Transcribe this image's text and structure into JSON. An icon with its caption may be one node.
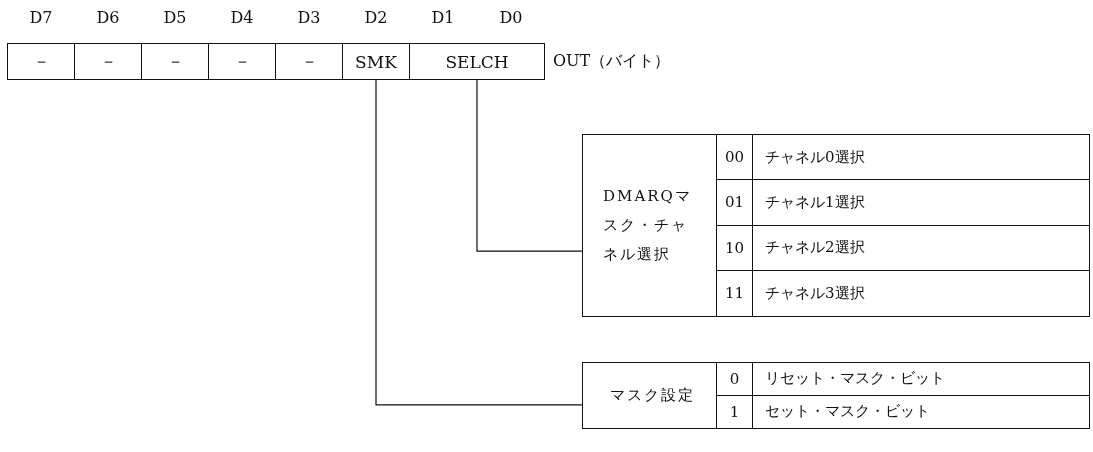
{
  "diagram": {
    "nodes": [
      {
        "text": [
          "－"
        ]
      },
      {
        "text": [
          "－"
        ]
      },
      {
        "text": [
          "－"
        ]
      },
      {
        "text": [
          "－"
        ]
      },
      {
        "text": [
          "－"
        ]
      },
      {
        "text": [
          "SMK"
        ]
      },
      {
        "text": [
          "SELCH"
        ]
      },
      {
        "text": [
          "DMARQマスク・チャネル選択",
          "00",
          "チャネル0選択",
          "01",
          "チャネル1選択",
          "10",
          "チャネル2選択",
          "11",
          "チャネル3選択"
        ]
      },
      {
        "text": [
          "マスク設定",
          "0",
          "リセット・マスク・ビット",
          "1",
          "セット・マスク・ビット"
        ]
      }
    ],
    "edges": [
      {
        "from": 6,
        "to": 7,
        "arrow": "none"
      },
      {
        "from": 5,
        "to": 8,
        "arrow": "none"
      }
    ],
    "labels": [
      "D7",
      "D6",
      "D5",
      "D4",
      "D3",
      "D2",
      "D1",
      "D0",
      "OUT（バイト）"
    ]
  }
}
